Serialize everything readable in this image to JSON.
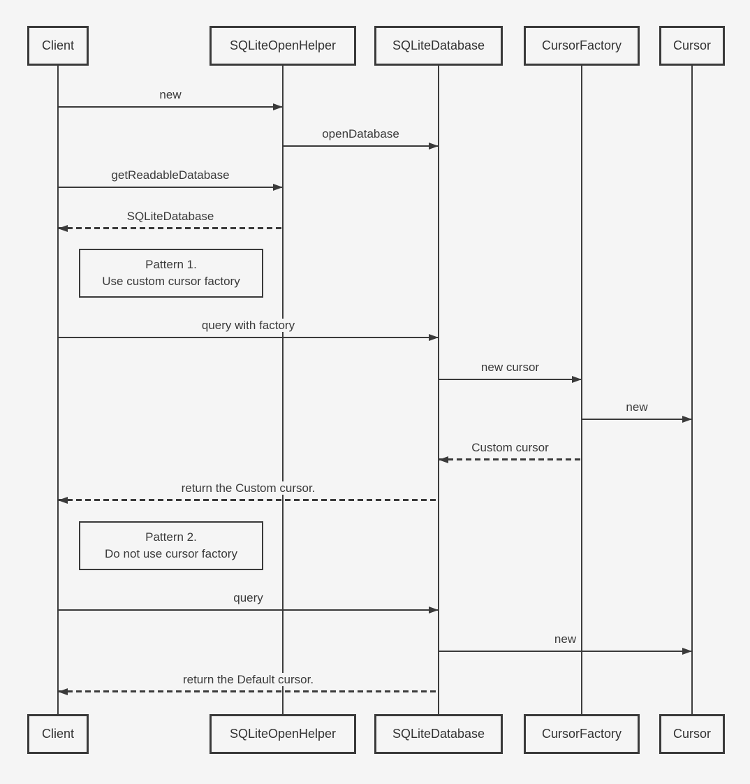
{
  "diagram": {
    "type": "uml-sequence",
    "colors": {
      "background": "#f5f5f5",
      "line": "#3a3a3a",
      "text": "#3a3a3a"
    },
    "actors": [
      {
        "name": "Client"
      },
      {
        "name": "SQLiteOpenHelper"
      },
      {
        "name": "SQLiteDatabase"
      },
      {
        "name": "CursorFactory"
      },
      {
        "name": "Cursor"
      }
    ],
    "messages": [
      {
        "from": "Client",
        "to": "SQLiteOpenHelper",
        "label": "new",
        "style": "solid"
      },
      {
        "from": "SQLiteOpenHelper",
        "to": "SQLiteDatabase",
        "label": "openDatabase",
        "style": "solid"
      },
      {
        "from": "Client",
        "to": "SQLiteOpenHelper",
        "label": "getReadableDatabase",
        "style": "solid"
      },
      {
        "from": "SQLiteOpenHelper",
        "to": "Client",
        "label": "SQLiteDatabase",
        "style": "dashed"
      },
      {
        "from": "Client",
        "to": "SQLiteDatabase",
        "label": "query with factory",
        "style": "solid"
      },
      {
        "from": "SQLiteDatabase",
        "to": "CursorFactory",
        "label": "new cursor",
        "style": "solid"
      },
      {
        "from": "CursorFactory",
        "to": "Cursor",
        "label": "new",
        "style": "solid"
      },
      {
        "from": "CursorFactory",
        "to": "SQLiteDatabase",
        "label": "Custom cursor",
        "style": "dashed"
      },
      {
        "from": "SQLiteDatabase",
        "to": "Client",
        "label": "return the Custom cursor.",
        "style": "dashed"
      },
      {
        "from": "Client",
        "to": "SQLiteDatabase",
        "label": "query",
        "style": "solid"
      },
      {
        "from": "SQLiteDatabase",
        "to": "Cursor",
        "label": "new",
        "style": "solid"
      },
      {
        "from": "SQLiteDatabase",
        "to": "Client",
        "label": "return the Default cursor.",
        "style": "dashed"
      }
    ],
    "notes": [
      {
        "line1": "Pattern 1.",
        "line2": "Use custom cursor factory"
      },
      {
        "line1": "Pattern 2.",
        "line2": "Do not use cursor factory"
      }
    ]
  }
}
